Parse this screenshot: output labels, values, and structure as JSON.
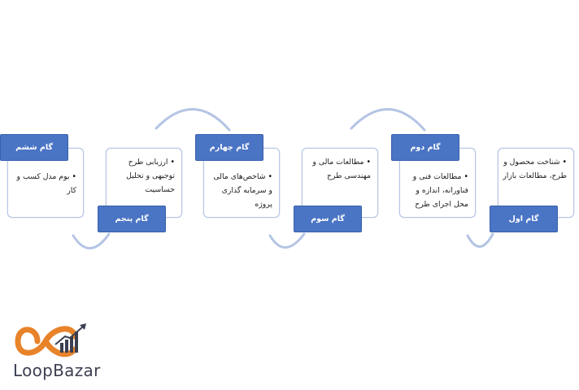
{
  "steps": [
    {
      "label": "گام اول",
      "text": "شناخت محصول و طرح، مطالعات بازار"
    },
    {
      "label": "گام دوم",
      "text": "مطالعات فنی و فناورانه، اندازه و محل اجرای طرح"
    },
    {
      "label": "گام سوم",
      "text": "مطالعات مالی و مهندسی طرح"
    },
    {
      "label": "گام چهارم",
      "text": "شاخص‌های مالی و سرمایه گذاری پروژه"
    },
    {
      "label": "گام پنجم",
      "text": "ارزیابی طرح توجیهی و تحلیل حساسیت"
    },
    {
      "label": "گام ششم",
      "text": "بوم مدل کسب و کار"
    }
  ],
  "logo": {
    "text": "LoopBazar"
  },
  "colors": {
    "label_fill": "#4a74c4",
    "card_border": "#b7c7e6",
    "arc": "#b4c4e4",
    "logo_orange": "#e8832a",
    "logo_text": "#3b3f50"
  }
}
